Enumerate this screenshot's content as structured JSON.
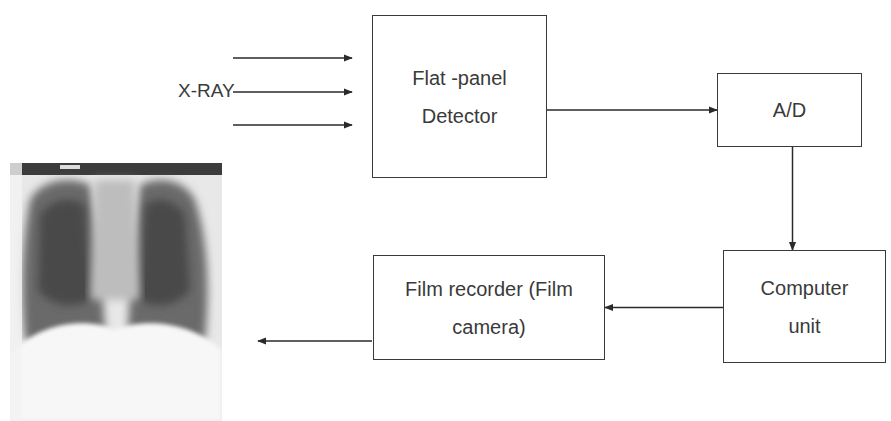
{
  "diagram": {
    "nodes": [
      {
        "text": [
          "Flat -panel Detector"
        ]
      },
      {
        "text": [
          "A/D"
        ]
      },
      {
        "text": [
          "Computer unit"
        ]
      },
      {
        "text": [
          "Film recorder (Film camera)"
        ]
      }
    ],
    "edges": [
      {
        "from": 0,
        "to": 1,
        "arrow": "to"
      },
      {
        "from": 1,
        "to": 2,
        "arrow": "to"
      },
      {
        "from": 2,
        "to": 3,
        "arrow": "to"
      }
    ],
    "labels": [
      "X-RAY"
    ]
  }
}
